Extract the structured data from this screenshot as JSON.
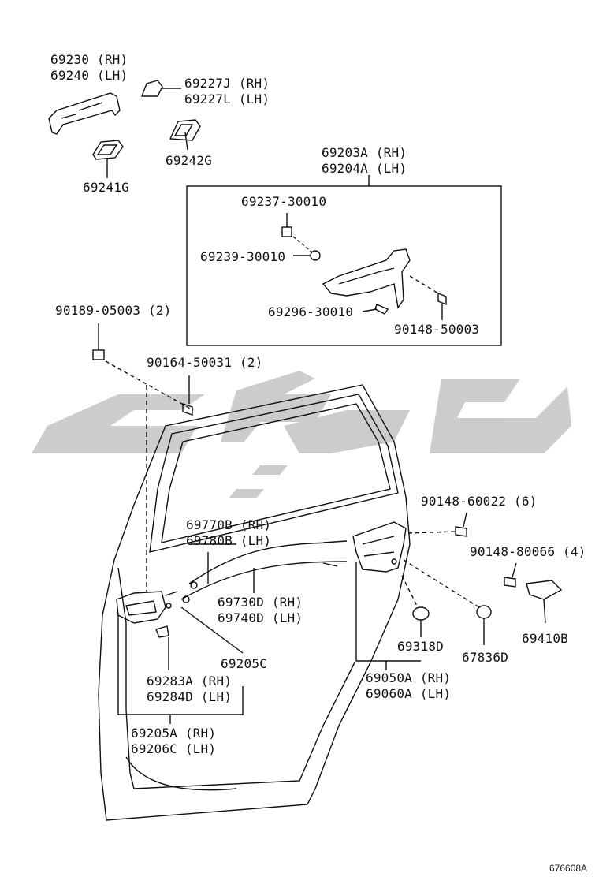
{
  "diagram": {
    "figure_code": "676608A",
    "watermark_text": "",
    "colors": {
      "line": "#111111",
      "watermark": "#bdbdbd",
      "background": "#ffffff"
    }
  },
  "parts": {
    "p69230": "69230 (RH)",
    "p69240": "69240 (LH)",
    "p69227J": "69227J (RH)",
    "p69227L": "69227L (LH)",
    "p69242G": "69242G",
    "p69241G": "69241G",
    "p69203A": "69203A (RH)",
    "p69204A": "69204A (LH)",
    "p69237": "69237-30010",
    "p69239": "69239-30010",
    "p69296": "69296-30010",
    "p90148_50003": "90148-50003",
    "p90189": "90189-05003 (2)",
    "p90164": "90164-50031 (2)",
    "p90148_60022": "90148-60022 (6)",
    "p90148_80066": "90148-80066 (4)",
    "p69410B": "69410B",
    "p69770B": "69770B (RH)",
    "p69780B": "69780B (LH)",
    "p69730D": "69730D (RH)",
    "p69740D": "69740D (LH)",
    "p69318D": "69318D",
    "p67836D": "67836D",
    "p69205C": "69205C",
    "p69050A": "69050A (RH)",
    "p69060A": "69060A (LH)",
    "p69283A": "69283A (RH)",
    "p69284D": "69284D (LH)",
    "p69205A": "69205A (RH)",
    "p69206C": "69206C (LH)"
  }
}
